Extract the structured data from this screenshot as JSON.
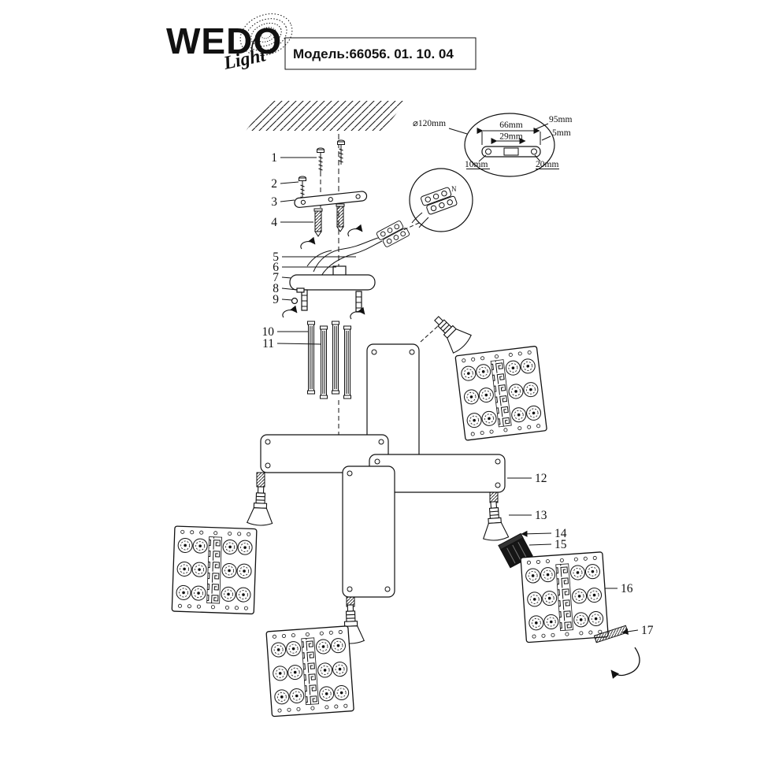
{
  "colors": {
    "ink": "#111111",
    "bg": "#ffffff"
  },
  "header": {
    "brand": "WEDO",
    "brand_script": "Light",
    "model": "Модель:66056. 01. 10. 04"
  },
  "detail": {
    "wire_label": "N",
    "dims": {
      "d120": "⌀120mm",
      "w95": "95mm",
      "w66": "66mm",
      "w29": "29mm",
      "h5": "5mm",
      "h10": "10mm",
      "h20": "20mm"
    }
  },
  "parts": [
    "1",
    "2",
    "3",
    "4",
    "5",
    "6",
    "7",
    "8",
    "9",
    "10",
    "11",
    "12",
    "13",
    "14",
    "15",
    "16",
    "17"
  ]
}
